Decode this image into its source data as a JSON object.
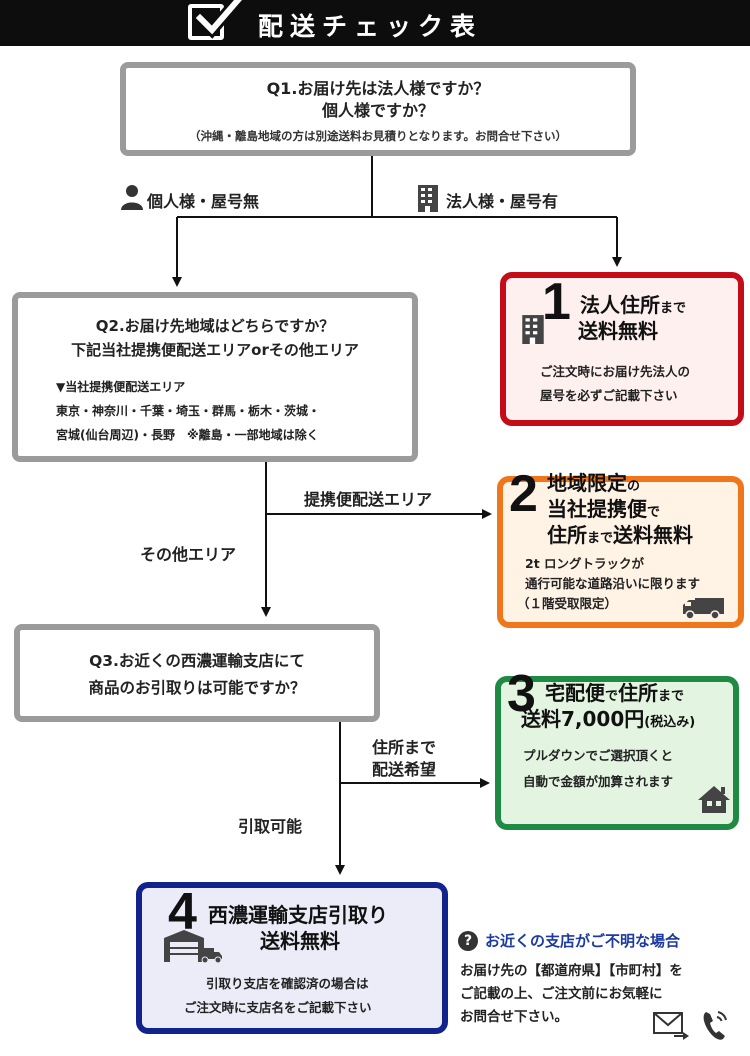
{
  "header": {
    "title": "配送チェック表"
  },
  "q1": {
    "line1": "Q1.お届け先は法人様ですか？",
    "line2": "個人様ですか？",
    "note": "（沖縄・離島地域の方は別途送料お見積りとなります。お問合せ下さい）"
  },
  "branch_q1": {
    "individual": "個人様・屋号無",
    "corporate": "法人様・屋号有"
  },
  "q2": {
    "line1": "Q2.お届け先地域はどちらですか？",
    "line2": "下記当社提携便配送エリアorその他エリア",
    "sub": "▼当社提携便配送エリア",
    "prefectures1": "東京・神奈川・千葉・埼玉・群馬・栃木・茨城・",
    "prefectures2": "宮城(仙台周辺)・長野　※離島・一部地域は除く"
  },
  "branch_q2": {
    "partner": "提携便配送エリア",
    "other": "その他エリア"
  },
  "q3": {
    "line1": "Q3.お近くの西濃運輸支店にて",
    "line2": "商品のお引取りは可能ですか？"
  },
  "branch_q3": {
    "deliver_1": "住所まで",
    "deliver_2": "配送希望",
    "pickup": "引取可能"
  },
  "outcome1": {
    "number": "1",
    "title_a": "法人住所",
    "title_b": "まで",
    "title_line2": "送料無料",
    "desc1": "ご注文時にお届け先法人の",
    "desc2": "屋号を必ずご記載下さい"
  },
  "outcome2": {
    "number": "2",
    "line1_a": "地域限定",
    "line1_b": "の",
    "line2_a": "当社提携便",
    "line2_b": "で",
    "line3_a": "住所",
    "line3_b": "まで",
    "line3_c": "送料無料",
    "desc1": "2t ロングトラックが",
    "desc2": "通行可能な道路沿いに限ります",
    "desc3": "（１階受取限定）"
  },
  "outcome3": {
    "number": "3",
    "line1_a": "宅配便",
    "line1_b": "で",
    "line1_c": "住所",
    "line1_d": "まで",
    "line2_a": "送料7,000円",
    "line2_b": "(税込み)",
    "desc1": "プルダウンでご選択頂くと",
    "desc2": "自動で金額が加算されます"
  },
  "outcome4": {
    "number": "4",
    "title": "西濃運輸支店引取り",
    "title_line2": "送料無料",
    "desc1": "引取り支店を確認済の場合は",
    "desc2": "ご注文時に支店名をご記載下さい"
  },
  "help": {
    "qmark": "?",
    "title": "お近くの支店がご不明な場合",
    "line1": "お届け先の【都道府県】【市町村】を",
    "line2": "ご記載の上、ご注文前にお気軽に",
    "line3": "お問合せ下さい。"
  },
  "colors": {
    "outcome1_border": "#c50d1a",
    "outcome2_border": "#f0761b",
    "outcome3_border": "#1f8a43",
    "outcome4_border": "#12238c",
    "question_border": "#9b9b9b",
    "help_title": "#1d3aa0"
  },
  "icons": [
    "check-icon",
    "person-icon",
    "building-icon",
    "truck-icon",
    "house-icon",
    "warehouse-icon",
    "mail-icon",
    "phone-icon",
    "question-icon"
  ]
}
